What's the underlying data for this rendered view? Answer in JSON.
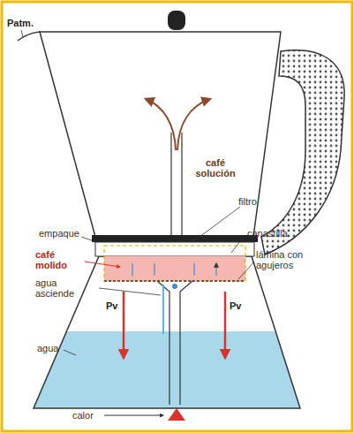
{
  "diagram": {
    "labels": [
      "Patm.",
      "café solución",
      "filtro",
      "empaque",
      "canastilla",
      "café molido",
      "lámina con agujeros",
      "agua asciende",
      "Pv",
      "Pv",
      "agua",
      "calor"
    ]
  }
}
